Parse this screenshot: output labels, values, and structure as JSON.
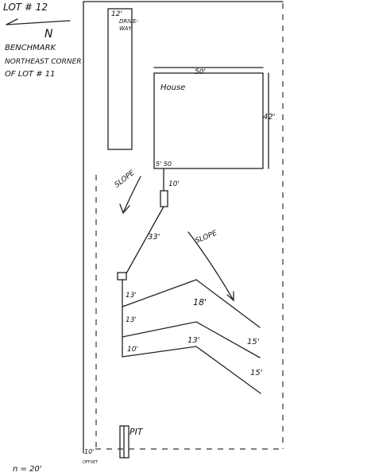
{
  "title": {
    "lot": "LOT # 12",
    "north": "N",
    "benchmark_line1": "BENCHMARK",
    "benchmark_line2": "NORTHEAST CORNER",
    "benchmark_line3": "OF LOT # 11"
  },
  "driveway": {
    "width": "12'",
    "label_line1": "DRIVE-",
    "label_line2": "WAY"
  },
  "house": {
    "label": "House",
    "width": "50'",
    "depth": "42'"
  },
  "labels": {
    "elevation": "5' 50",
    "pipe_10": "10'",
    "slope_left": "SLOPE",
    "slope_right": "SLOPE",
    "pipe_33": "33'",
    "line_13a": "13'",
    "line_13b": "13'",
    "line_10": "10'",
    "line_18": "18'",
    "line_13c": "13'",
    "line_15a": "15'",
    "line_15b": "15'",
    "pit": "PIT",
    "offset_num": "10'",
    "offset_word": "OFFSET",
    "scale": "n = 20'"
  }
}
